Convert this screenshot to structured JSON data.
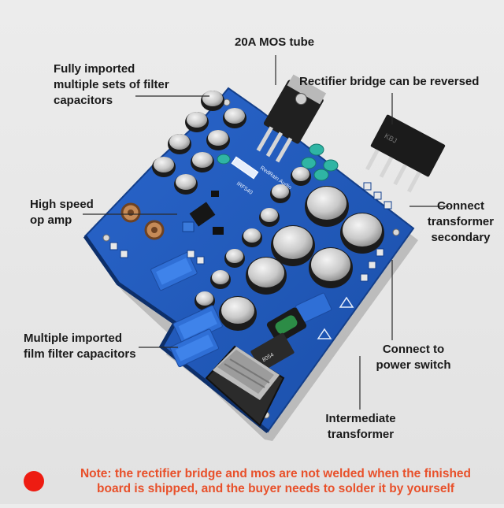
{
  "labels": {
    "mos_tube": "20A  MOS tube",
    "filter_caps": [
      "Fully imported",
      "multiple sets of filter",
      "capacitors"
    ],
    "rectifier": "Rectifier bridge can be reversed",
    "op_amp": [
      "High speed",
      "op amp"
    ],
    "transformer_secondary": [
      "Connect",
      "transformer",
      "secondary"
    ],
    "film_caps": [
      "Multiple imported",
      "film filter capacitors"
    ],
    "power_switch": [
      "Connect to",
      "power switch"
    ],
    "intermediate_transformer": [
      "Intermediate",
      "transformer"
    ]
  },
  "note": {
    "lines": [
      "Note: the rectifier bridge and mos are not welded when the finished",
      "board is shipped, and the buyer needs to solder it by yourself"
    ]
  },
  "pcb": {
    "silkscreen_brand": "RedRain Audio",
    "chip_label": "IRF540",
    "bridge_label": "KBJ",
    "relay_label": "8054"
  },
  "colors": {
    "pcb": "#1f57b8",
    "pcb_dark": "#123f8f",
    "film_cap": "#2f6fd6",
    "note": "#e8502a",
    "dot": "#ee1c12"
  }
}
